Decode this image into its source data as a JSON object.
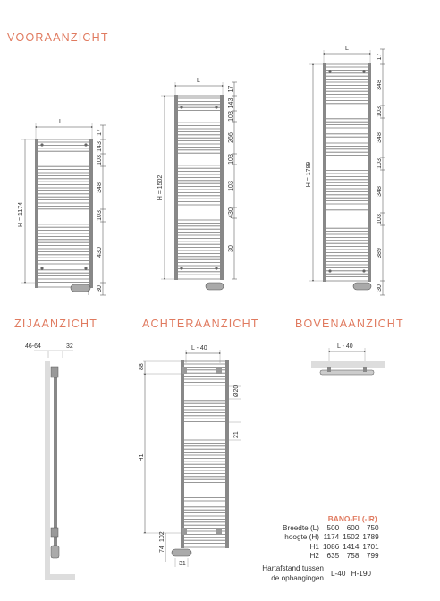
{
  "sections": {
    "front": "VOORAANZICHT",
    "side": "ZIJAANZICHT",
    "back": "ACHTERAANZICHT",
    "top": "BOVENAANZICHT"
  },
  "front_small": {
    "width_label": "L",
    "height_label": "H = 1174",
    "segments": [
      "17",
      "143",
      "103",
      "348",
      "103",
      "430",
      "30"
    ]
  },
  "front_medium": {
    "width_label": "L",
    "height_label": "H = 1502",
    "segments": [
      "17",
      "143",
      "103",
      "266",
      "103",
      "103",
      "430",
      "30"
    ]
  },
  "front_large": {
    "width_label": "L",
    "height_label": "H = 1789",
    "segments": [
      "17",
      "348",
      "103",
      "348",
      "103",
      "348",
      "103",
      "389",
      "30"
    ]
  },
  "side_view": {
    "depth_label": "46-64",
    "offset_label": "32"
  },
  "back_view": {
    "width_label": "L - 40",
    "top_label": "88",
    "h1_label": "H1",
    "tube_label": "Ø20",
    "gap_label": "21",
    "bottom_label_1": "74",
    "bottom_label_2": "102",
    "element_label": "31"
  },
  "top_view": {
    "width_label": "L - 40"
  },
  "specs": {
    "brand": "BANO-EL(-IR)",
    "rows": [
      {
        "label": "Breedte (L)",
        "values": [
          "500",
          "600",
          "750"
        ]
      },
      {
        "label": "hoogte (H)",
        "values": [
          "1174",
          "1502",
          "1789"
        ]
      },
      {
        "label": "H1",
        "values": [
          "1086",
          "1414",
          "1701"
        ]
      },
      {
        "label": "H2",
        "values": [
          "635",
          "758",
          "799"
        ]
      }
    ],
    "spacing_label_1": "Hartafstand tussen",
    "spacing_label_2": "de ophangingen",
    "spacing_values": [
      "L-40",
      "H-190"
    ]
  }
}
